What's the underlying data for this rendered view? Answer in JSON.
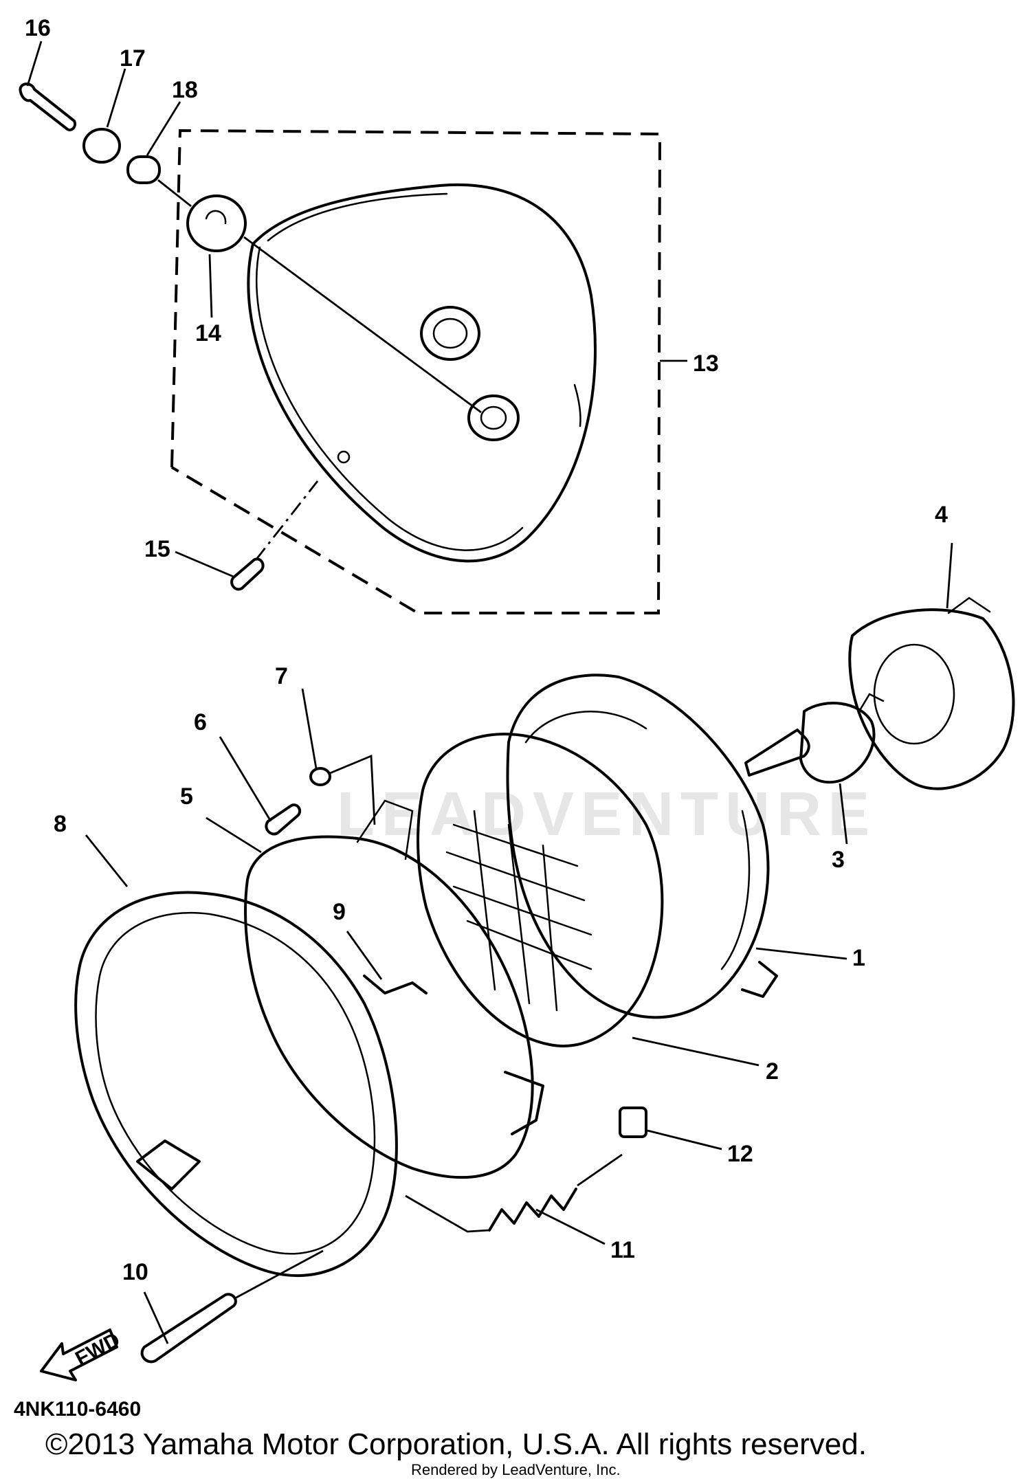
{
  "diagram": {
    "callouts": [
      "1",
      "2",
      "3",
      "4",
      "5",
      "6",
      "7",
      "8",
      "9",
      "10",
      "11",
      "12",
      "13",
      "14",
      "15",
      "16",
      "17",
      "18"
    ],
    "fwd_label": "FWD",
    "part_code": "4NK110-6460",
    "copyright": "©2013 Yamaha Motor Corporation, U.S.A. All rights reserved.",
    "rendered_by": "Rendered by LeadVenture, Inc.",
    "watermark": "LEADVENTURE"
  }
}
